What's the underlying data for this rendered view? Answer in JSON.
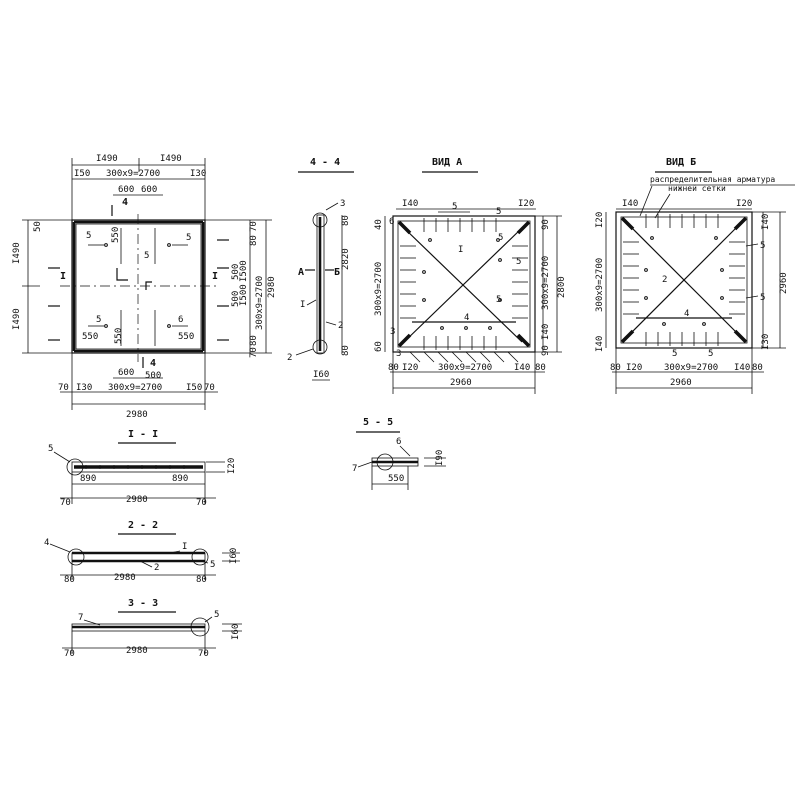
{
  "plan": {
    "dims_top_1": [
      "I490",
      "I490"
    ],
    "dims_top_2": [
      "I50",
      "300x9=2700",
      "I30"
    ],
    "dims_inner_top": [
      "600",
      "600"
    ],
    "section_mark_top": "4",
    "section_mark_bottom": "4",
    "dims_left": [
      "I490",
      "I490"
    ],
    "dims_right_1": [
      "70",
      "80",
      "I500",
      "I500",
      "80",
      "70"
    ],
    "dims_right_2": [
      "300x9=2700",
      "2980"
    ],
    "dims_inner": [
      "550",
      "550",
      "550",
      "550",
      "500",
      "500",
      "50"
    ],
    "dims_bottom_inner": [
      "600",
      "500"
    ],
    "dims_bottom_1": [
      "70",
      "I30",
      "300x9=2700",
      "I50",
      "70"
    ],
    "dims_bottom_2": "2980",
    "section_marks": [
      "5",
      "5",
      "5",
      "5",
      "6",
      "I",
      "I"
    ]
  },
  "section_4_4": {
    "title": "4 - 4",
    "callouts": [
      "3",
      "2",
      "2",
      "I"
    ],
    "arrow_labels": [
      "A",
      "Б"
    ],
    "dims": [
      "80",
      "2820",
      "80",
      "I60"
    ]
  },
  "view_a": {
    "title": "ВИД  А",
    "callouts": [
      "5",
      "5",
      "6",
      "I",
      "5",
      "5",
      "5",
      "4",
      "3",
      "3"
    ],
    "dims_top": [
      "I40",
      "I20"
    ],
    "dims_left": [
      "40",
      "300x9=2700",
      "60"
    ],
    "dims_right": [
      "90",
      "300x9=2700",
      "2800",
      "I40",
      "90"
    ],
    "dims_bottom_1": [
      "80",
      "I20",
      "300x9=2700",
      "I40",
      "80"
    ],
    "dims_bottom_2": "2960"
  },
  "view_b": {
    "title": "ВИД  Б",
    "note_line_1": "распределительная арматура",
    "note_line_2": "нижней сетки",
    "callouts": [
      "5",
      "5",
      "2",
      "4",
      "5",
      "5"
    ],
    "dims_top": [
      "I40",
      "I20"
    ],
    "dims_left": [
      "I20",
      "300x9=2700",
      "I40"
    ],
    "dims_right": [
      "I40",
      "2960",
      "I30"
    ],
    "dims_bottom_1": [
      "80",
      "I20",
      "300x9=2700",
      "I40",
      "80"
    ],
    "dims_bottom_2": "2960"
  },
  "section_1_1": {
    "title": "I - I",
    "callout": "5",
    "dims": [
      "890",
      "890",
      "70",
      "2980",
      "70"
    ],
    "height": "I20"
  },
  "section_2_2": {
    "title": "2 - 2",
    "callouts": [
      "4",
      "I",
      "2",
      "5"
    ],
    "dims": [
      "80",
      "2980",
      "80"
    ],
    "height": "I60"
  },
  "section_3_3": {
    "title": "3 - 3",
    "callouts": [
      "7",
      "5"
    ],
    "dims": [
      "70",
      "2980",
      "70"
    ],
    "height": "I60"
  },
  "section_5_5": {
    "title": "5 - 5",
    "callouts": [
      "6",
      "7"
    ],
    "dims": [
      "550"
    ],
    "height": "I90"
  }
}
